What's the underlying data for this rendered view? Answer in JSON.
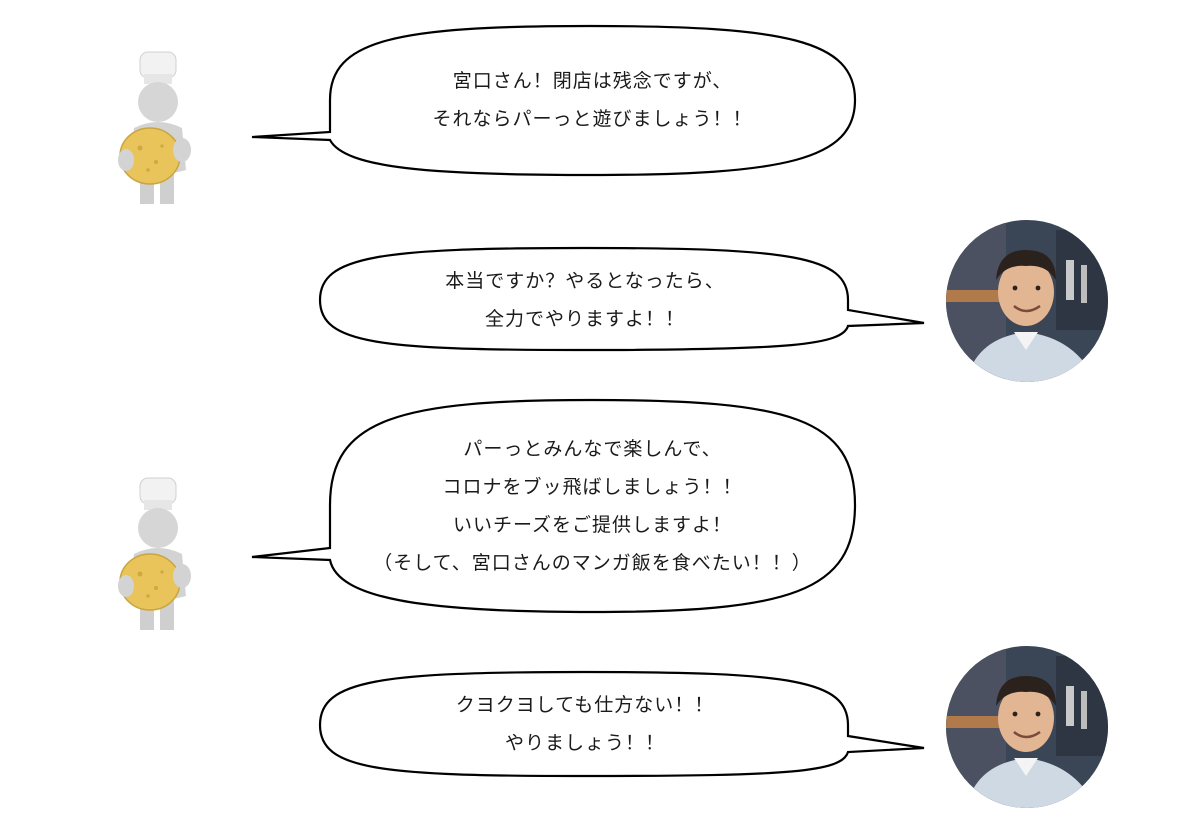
{
  "conversation": {
    "messages": [
      {
        "speaker": "cheese-chef",
        "lines": [
          "宮口さん！閉店は残念ですが、",
          "それならパーっと遊びましょう！！"
        ]
      },
      {
        "speaker": "miyaguchi",
        "lines": [
          "本当ですか？やるとなったら、",
          "全力でやりますよ！！"
        ]
      },
      {
        "speaker": "cheese-chef",
        "lines": [
          "パーっとみんなで楽しんで、",
          "コロナをブッ飛ばしましょう！！",
          "いいチーズをご提供しますよ！",
          "（そして、宮口さんのマンガ飯を食べたい！！）"
        ]
      },
      {
        "speaker": "miyaguchi",
        "lines": [
          "クヨクヨしても仕方ない！！",
          "やりましょう！！"
        ]
      }
    ]
  },
  "icons": {
    "chef": "cheese-chef-figure-icon",
    "avatar": "man-photo-avatar"
  },
  "colors": {
    "bubble_stroke": "#000000",
    "bubble_fill": "#ffffff",
    "figure_body": "#d9d9d9",
    "cheese": "#e8c45a"
  }
}
